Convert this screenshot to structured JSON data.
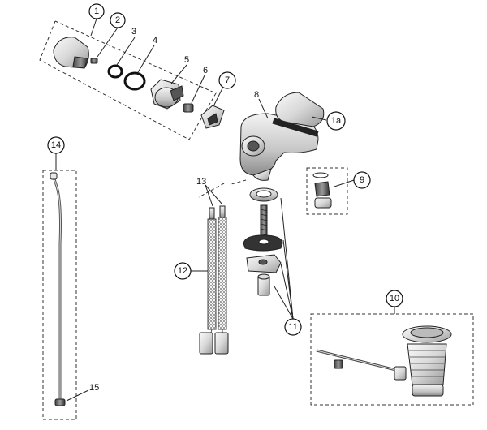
{
  "callouts": {
    "c1": "1",
    "c2": "2",
    "c3": "3",
    "c4": "4",
    "c5": "5",
    "c6": "6",
    "c7": "7",
    "c8": "8",
    "c1a": "1a",
    "c9": "9",
    "c10": "10",
    "c11": "11",
    "c12": "12",
    "c13": "13",
    "c14": "14",
    "c15": "15"
  }
}
